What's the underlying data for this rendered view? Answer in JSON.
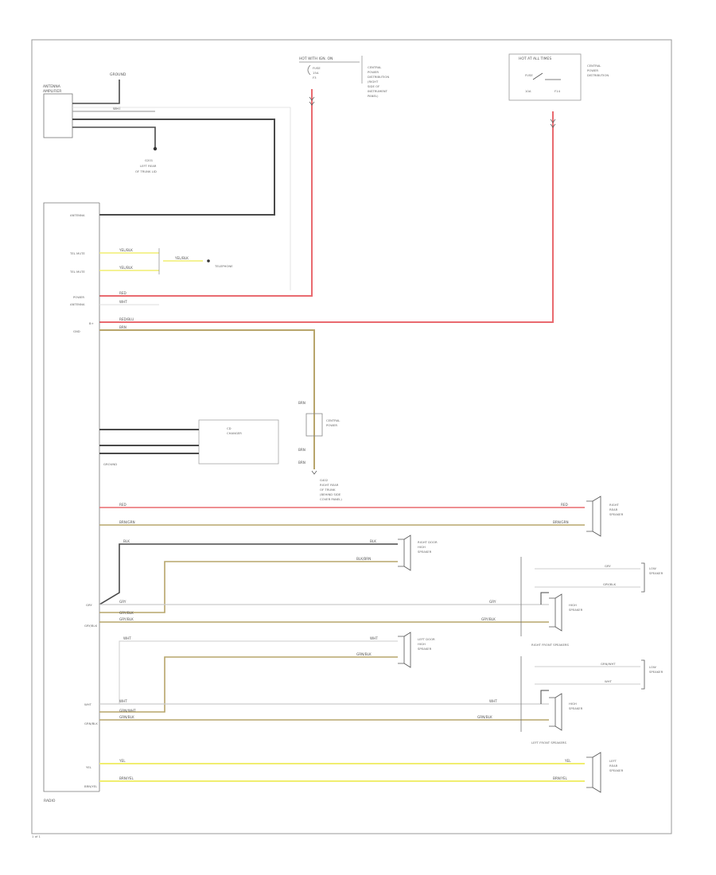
{
  "colors": {
    "red": "#e96a6f",
    "yellow": "#f0ee70",
    "tan": "#b7a56b",
    "olive": "#c8b44a",
    "dark": "#4a4a4a",
    "gray": "#a8a8a8",
    "frame": "#9a9a9a"
  },
  "diagram": {
    "antenna_module": [
      "ANTENNA",
      "AMPLIFIER"
    ],
    "antenna_ground": "GROUND",
    "antenna_splice": [
      "G201",
      "LEFT REAR",
      "OF TRUNK LID"
    ],
    "fuse_left": [
      "HOT WITH IGN. ON",
      "FUSE",
      "15A",
      "F3"
    ],
    "fuse_left_desc": [
      "CENTRAL",
      "POWER",
      "DISTRIBUTION",
      "(RIGHT",
      "SIDE OF",
      "INSTRUMENT",
      "PANEL)"
    ],
    "fuse_right": [
      "HOT AT ALL TIMES",
      "FUSE",
      "10A",
      "F14"
    ],
    "fuse_right_desc": [
      "CENTRAL",
      "POWER",
      "DISTRIBUTION"
    ],
    "radio_pins": [
      "ANTENNA",
      "TEL MUTE",
      "TEL MUTE",
      "POWER",
      "ANTENNA",
      "B+",
      "GND"
    ],
    "wire_labels": {
      "wht": "WHT",
      "yel_blk": "YEL/BLK",
      "red": "RED",
      "brn": "BRN",
      "red_blu": "RED/BLU",
      "brn_grn": "BRN/GRN",
      "blk": "BLK",
      "blk_brn": "BLK/BRN",
      "gry": "GRY",
      "gry_blk": "GRY/BLK",
      "grn_blk": "GRN/BLK",
      "grn_wht": "GRN/WHT",
      "yel": "YEL",
      "brn_yel": "BRN/YEL"
    },
    "telephone": "TELEPHONE",
    "cd_changer": [
      "CD",
      "CHANGER"
    ],
    "ground_splice": [
      "G402",
      "RIGHT REAR",
      "OF TRUNK",
      "(BEHIND SIDE",
      "COVER PANEL)"
    ],
    "ground_tail": "GROUND",
    "splice_box": [
      "CENTRAL",
      "POWER"
    ],
    "speakers": {
      "right_rear": [
        "RIGHT",
        "REAR",
        "SPEAKER"
      ],
      "right_door": [
        "RIGHT DOOR",
        "HIGH",
        "SPEAKER"
      ],
      "right_front_low": [
        "LOW",
        "SPEAKER"
      ],
      "right_front_high": [
        "HIGH",
        "SPEAKER"
      ],
      "right_front_title": "RIGHT FRONT SPEAKERS",
      "left_door": [
        "LEFT DOOR",
        "HIGH",
        "SPEAKER"
      ],
      "left_front_low": [
        "LOW",
        "SPEAKER"
      ],
      "left_front_high": [
        "HIGH",
        "SPEAKER"
      ],
      "left_front_title": "LEFT FRONT SPEAKERS",
      "left_rear": [
        "LEFT",
        "REAR",
        "SPEAKER"
      ]
    },
    "radio_label": "RADIO",
    "page_mark": "1 of 1"
  }
}
